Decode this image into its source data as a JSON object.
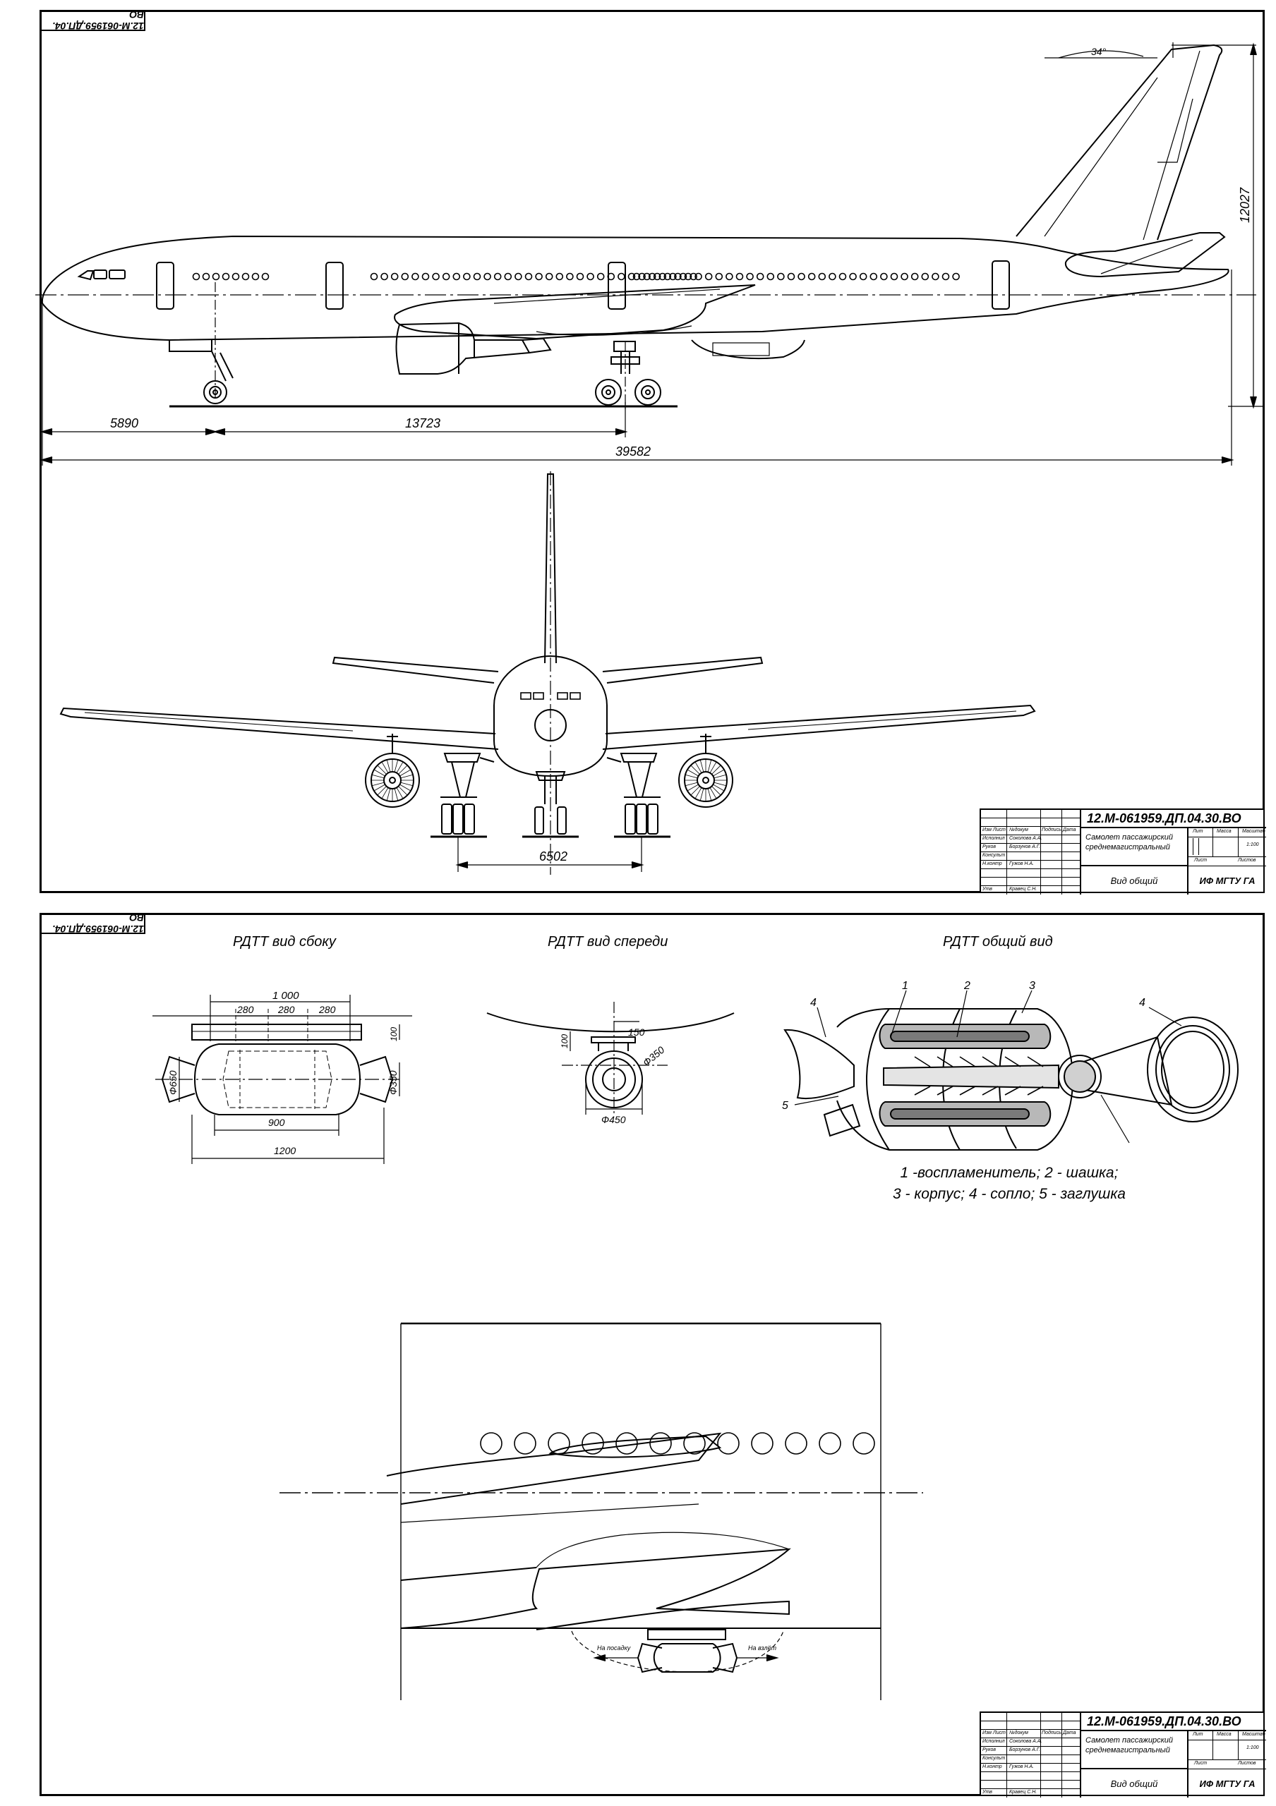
{
  "sheet1": {
    "stamp": "12.М-061959.ДП.04. ВО",
    "dimensions": {
      "nose_to_gear": "5890",
      "gear_to_main": "13723",
      "overall_length": "39582",
      "height": "12027",
      "sweep_angle": "34°",
      "track": "6502"
    },
    "title_block": {
      "code": "12.М-061959.ДП.04.30.ВО",
      "name_line1": "Самолет пассажирский",
      "name_line2": "среднемагистральный",
      "view": "Вид общий",
      "org": "ИФ МГТУ ГА",
      "scale": "1:100",
      "col_lit": "Лит",
      "col_mass": "Масса",
      "col_scale": "Масштаб",
      "col_sheet": "Лист",
      "col_sheets": "Листов",
      "roles": [
        "Изм Лист",
        "Исполнил",
        "Руков",
        "Консульт",
        "Н.контр",
        "Утв"
      ],
      "people": [
        "№докум",
        "Соколова А.А.",
        "Борзунов А.Г.",
        "",
        "Гужов Н.А.",
        "Кравец С.Н."
      ],
      "sign_hdr": "Подпись",
      "date_hdr": "Дата"
    }
  },
  "sheet2": {
    "stamp": "12.М-061959.ДП.04. ВО",
    "titles": {
      "side": "РДТТ вид сбоку",
      "front": "РДТТ вид спереди",
      "general": "РДТТ общий вид"
    },
    "side_dims": {
      "overall_top": "1 000",
      "seg_a": "280",
      "seg_b": "280",
      "seg_c": "280",
      "height_small": "100",
      "dia_left": "Ф650",
      "dia_right": "Ф350",
      "inner": "900",
      "overall_bottom": "1200"
    },
    "front_dims": {
      "offset": "150",
      "height": "100",
      "dia_inner": "Ф350",
      "dia_outer": "Ф450"
    },
    "parts_labels": [
      "1",
      "2",
      "3",
      "4",
      "4",
      "5"
    ],
    "legend_line1": "1 -воспламенитель; 2 - шашка;",
    "legend_line2": "3 - корпус; 4 - сопло; 5 - заглушка",
    "flow_left": "На посадку",
    "flow_right": "На взлёт",
    "title_block": {
      "code": "12.М-061959.ДП.04.30.ВО",
      "name_line1": "Самолет пассажирский",
      "name_line2": "среднемагистральный",
      "view": "Вид общий",
      "org": "ИФ МГТУ ГА"
    }
  }
}
